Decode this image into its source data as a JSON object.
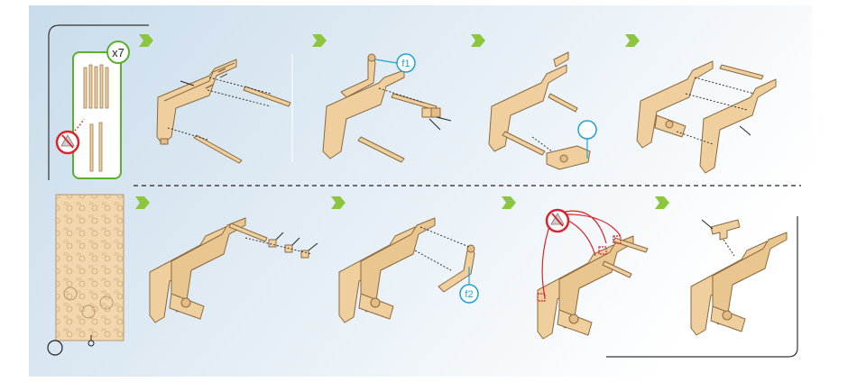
{
  "parts_box": {
    "quantity_label": "x7"
  },
  "callouts": {
    "f1": "f1",
    "f2": "f2"
  },
  "colors": {
    "background_gradient_start": "#d3e3ee",
    "background_gradient_end": "#ffffff",
    "wood_fill": "#f0cf9e",
    "wood_stroke": "#8a6a3e",
    "step_arrow": "#8cc63f",
    "callout_blue": "#1ea2d5",
    "warning_red": "#d9232d",
    "parts_box_border": "#5bb030",
    "sheet_fill": "#f2d7ae"
  },
  "step_indicators": [
    {
      "row": 1,
      "index": 1
    },
    {
      "row": 1,
      "index": 2
    },
    {
      "row": 1,
      "index": 3
    },
    {
      "row": 1,
      "index": 4
    },
    {
      "row": 2,
      "index": 5
    },
    {
      "row": 2,
      "index": 6
    },
    {
      "row": 2,
      "index": 7
    },
    {
      "row": 2,
      "index": 8
    }
  ]
}
